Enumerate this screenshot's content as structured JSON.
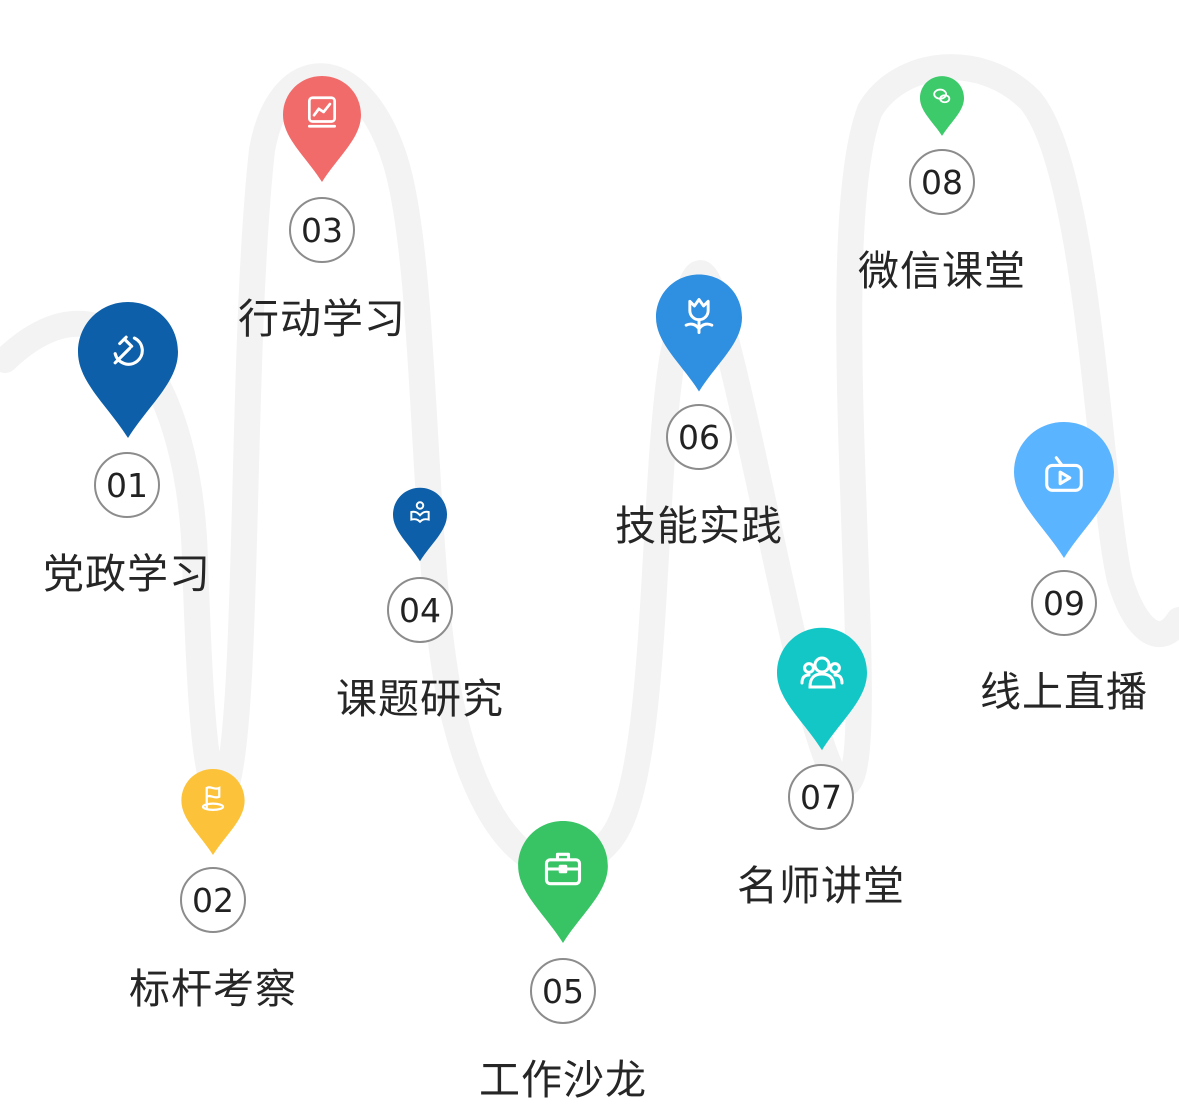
{
  "steps": [
    {
      "number": "01",
      "label": "党政学习",
      "color": "#0c5fa8",
      "icon": "hammer-sickle-icon"
    },
    {
      "number": "02",
      "label": "标杆考察",
      "color": "#fcc33a",
      "icon": "flag-icon"
    },
    {
      "number": "03",
      "label": "行动学习",
      "color": "#f26b6b",
      "icon": "chart-book-icon"
    },
    {
      "number": "04",
      "label": "课题研究",
      "color": "#0c5fa8",
      "icon": "reading-person-icon"
    },
    {
      "number": "05",
      "label": "工作沙龙",
      "color": "#38c465",
      "icon": "briefcase-icon"
    },
    {
      "number": "06",
      "label": "技能实践",
      "color": "#2f8fe0",
      "icon": "tulip-icon"
    },
    {
      "number": "07",
      "label": "名师讲堂",
      "color": "#14c7c7",
      "icon": "group-icon"
    },
    {
      "number": "08",
      "label": "微信课堂",
      "color": "#3cca6a",
      "icon": "wechat-icon"
    },
    {
      "number": "09",
      "label": "线上直播",
      "color": "#5bb4ff",
      "icon": "live-tv-icon"
    }
  ]
}
